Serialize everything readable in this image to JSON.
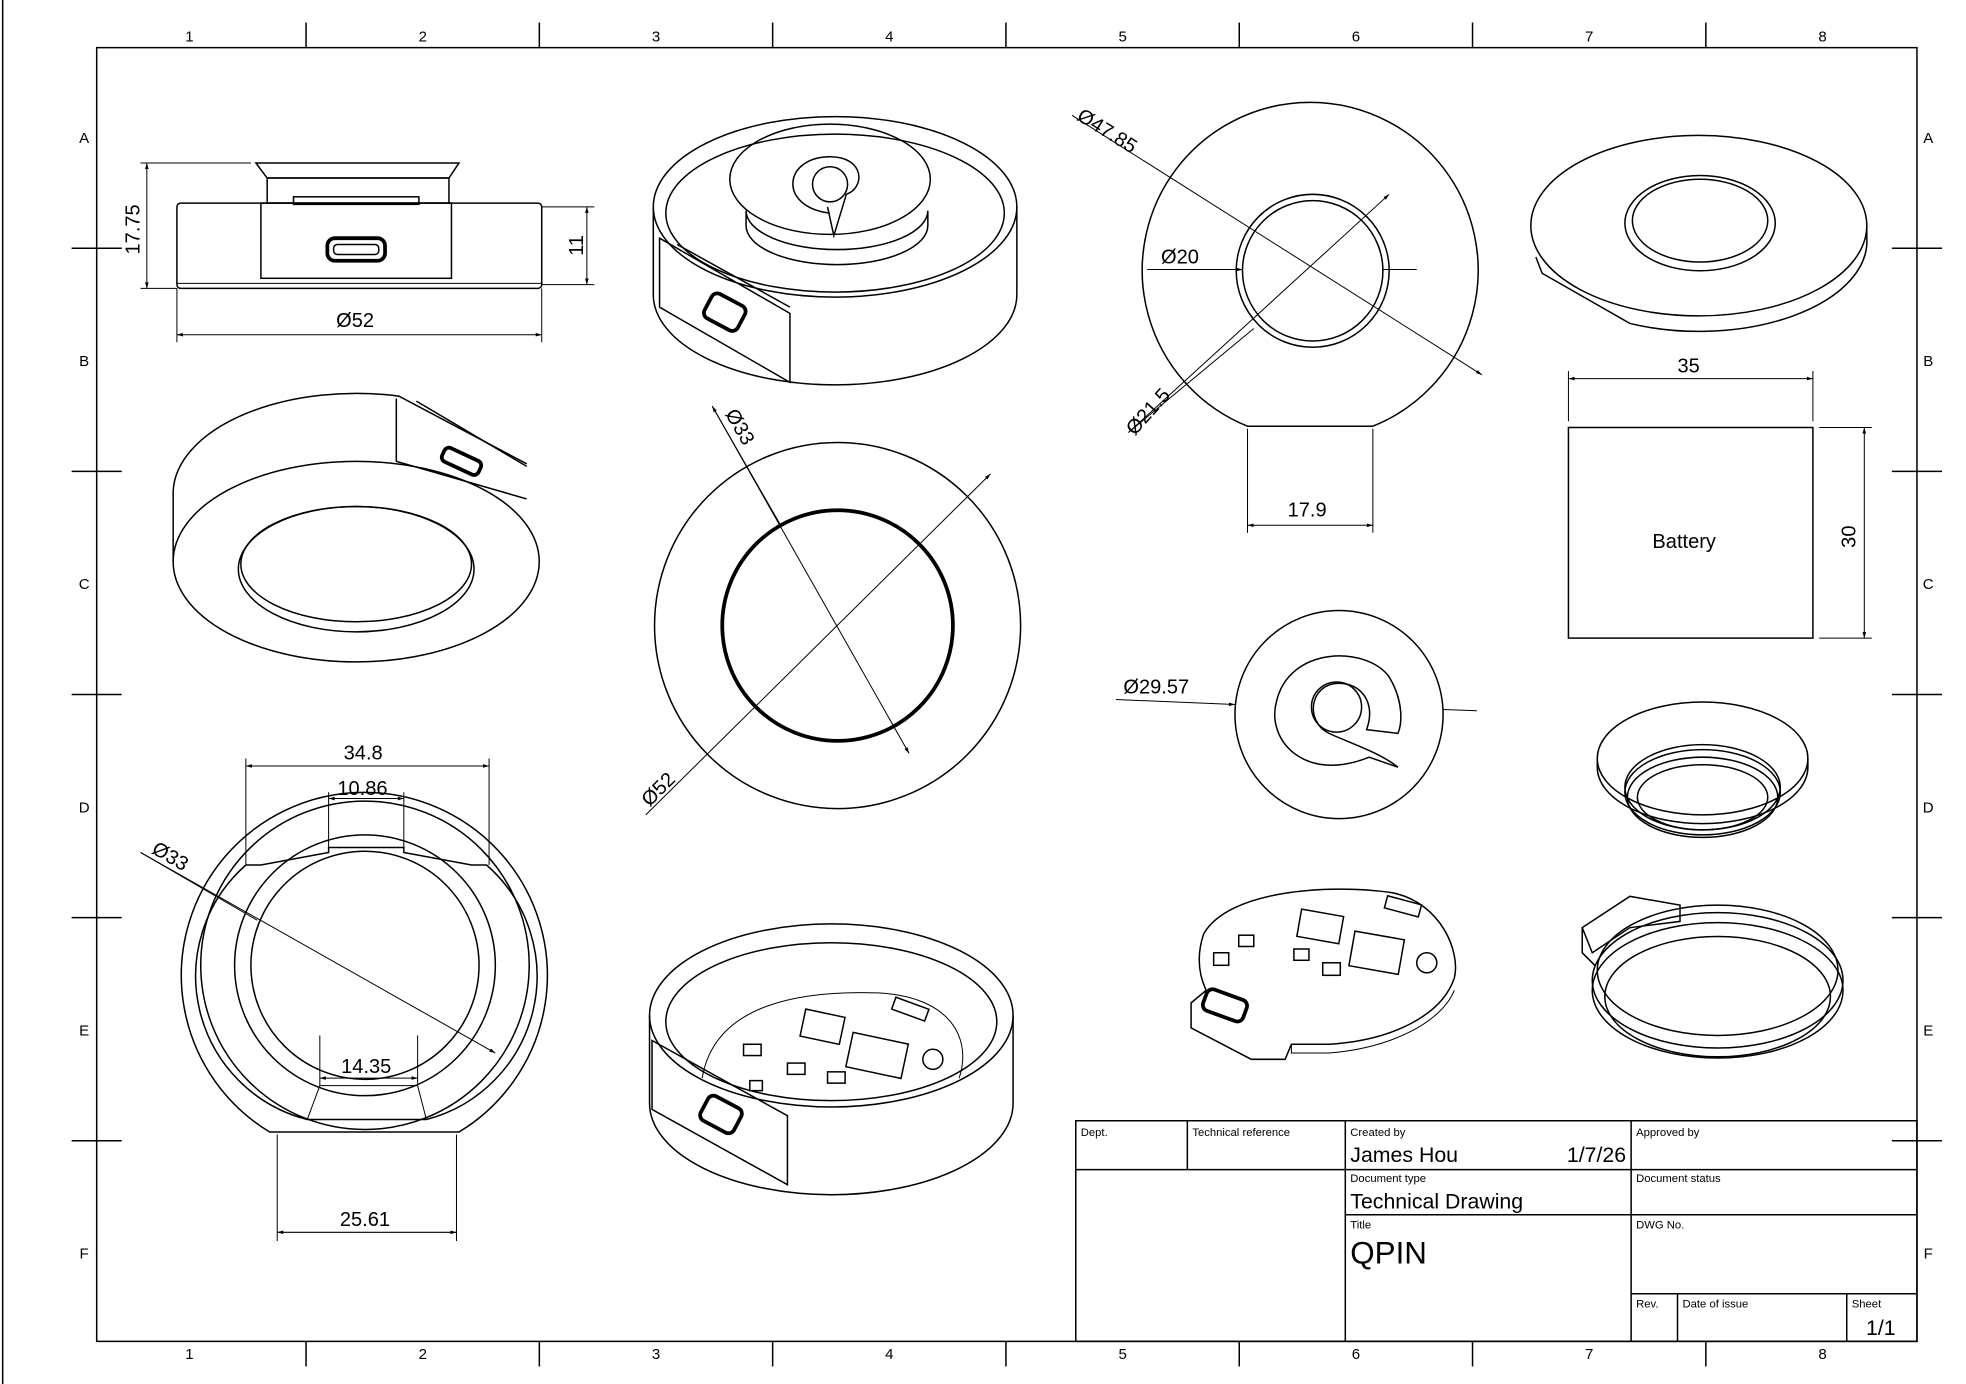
{
  "zones": {
    "columns": [
      "1",
      "2",
      "3",
      "4",
      "5",
      "6",
      "7",
      "8"
    ],
    "rows": [
      "A",
      "B",
      "C",
      "D",
      "E",
      "F"
    ]
  },
  "dimensions": {
    "front_height": "17.75",
    "front_body_height": "11",
    "front_diameter": "Ø52",
    "top_outer": "Ø47.85",
    "top_inner": "Ø20",
    "top_ring": "Ø21.5",
    "top_flat": "17.9",
    "battery_width": "35",
    "battery_height": "30",
    "circle_inner": "Ø33",
    "circle_outer": "Ø52",
    "logo_diameter": "Ø29.57",
    "bottom_width": "34.8",
    "bottom_notch": "10.86",
    "bottom_diameter": "Ø33",
    "bottom_inner_flat": "14.35",
    "bottom_flat": "25.61"
  },
  "battery_label": "Battery",
  "title_block": {
    "dept_label": "Dept.",
    "tech_ref_label": "Technical reference",
    "created_by_label": "Created by",
    "created_by": "James Hou",
    "created_date": "1/7/26",
    "approved_by_label": "Approved by",
    "doc_type_label": "Document type",
    "doc_type": "Technical Drawing",
    "doc_status_label": "Document status",
    "title_label": "Title",
    "title": "QPIN",
    "dwg_no_label": "DWG No.",
    "rev_label": "Rev.",
    "date_issue_label": "Date of issue",
    "sheet_label": "Sheet",
    "sheet": "1/1"
  }
}
